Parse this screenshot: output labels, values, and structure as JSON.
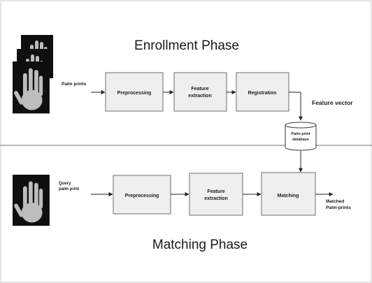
{
  "enrollment": {
    "title": "Enrollment Phase",
    "input_label": "Palm prints",
    "steps": {
      "preprocessing": "Preprocessing",
      "feature_line1": "Feature",
      "feature_line2": "extraction",
      "registration": "Registration"
    },
    "output_label": "Feature vector"
  },
  "database": {
    "line1": "Palm print",
    "line2": "database"
  },
  "matching": {
    "title": "Matching Phase",
    "input_line1": "Query",
    "input_line2": "palm print",
    "steps": {
      "preprocessing": "Preprocessing",
      "feature_line1": "Feature",
      "feature_line2": "extraction",
      "matching": "Matching"
    },
    "output_line1": "Matched",
    "output_line2": "Palm-prints"
  },
  "colors": {
    "box_fill": "#efefef",
    "box_stroke": "#6e6e6e",
    "text": "#1a1a1a",
    "hand_bg": "#0f0f0f",
    "hand": "#bdbdbd",
    "divider": "#8a8a8a"
  }
}
